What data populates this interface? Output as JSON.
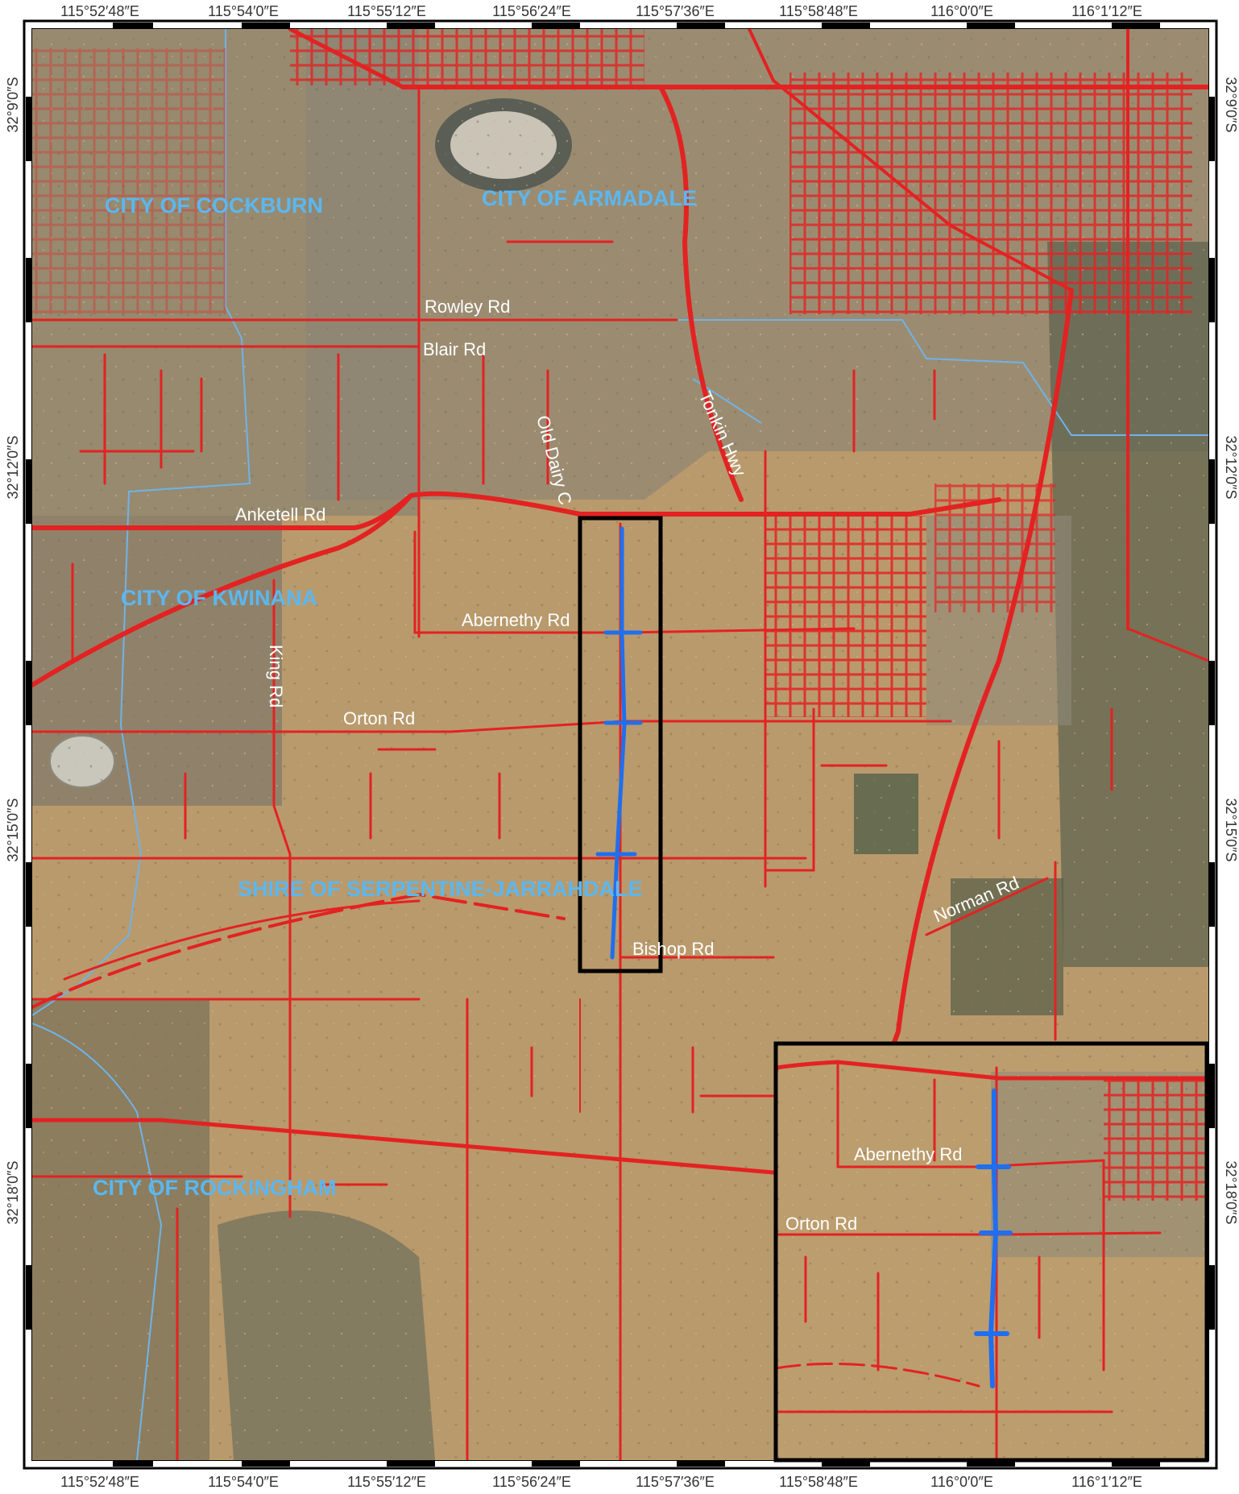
{
  "colors": {
    "road": "#e32222",
    "highlight": "#1f6fef",
    "boundary": "#6fb3e8",
    "lga_label": "#5bb7f0",
    "terrain": "#b99a6c",
    "vegetation": "#6d6a55",
    "frame": "#000000"
  },
  "graticule": {
    "top": [
      "115°52′48″E",
      "115°54′0″E",
      "115°55′12″E",
      "115°56′24″E",
      "115°57′36″E",
      "115°58′48″E",
      "116°0′0″E",
      "116°1′12″E"
    ],
    "bottom": [
      "115°52′48″E",
      "115°54′0″E",
      "115°55′12″E",
      "115°56′24″E",
      "115°57′36″E",
      "115°58′48″E",
      "116°0′0″E",
      "116°1′12″E"
    ],
    "left": [
      "32°9′0″S",
      "32°12′0″S",
      "32°15′0″S",
      "32°18′0″S"
    ],
    "right": [
      "32°9′0″S",
      "32°12′0″S",
      "32°15′0″S",
      "32°18′0″S"
    ]
  },
  "lga_labels": {
    "cockburn": "CITY OF COCKBURN",
    "armadale": "CITY OF ARMADALE",
    "kwinana": "CITY OF KWINANA",
    "serpentine": "SHIRE OF SERPENTINE-JARRAHDALE",
    "rockingham": "CITY OF ROCKINGHAM"
  },
  "road_labels": {
    "rowley": "Rowley Rd",
    "blair": "Blair Rd",
    "old_dairy": "Old Dairy C",
    "tonkin": "Tonkin Hwy",
    "anketell": "Anketell Rd",
    "abernethy": "Abernethy Rd",
    "king": "King Rd",
    "orton": "Orton Rd",
    "norman": "Norman Rd",
    "bishop": "Bishop Rd"
  },
  "inset_labels": {
    "abernethy": "Abernethy Rd",
    "orton": "Orton Rd"
  }
}
